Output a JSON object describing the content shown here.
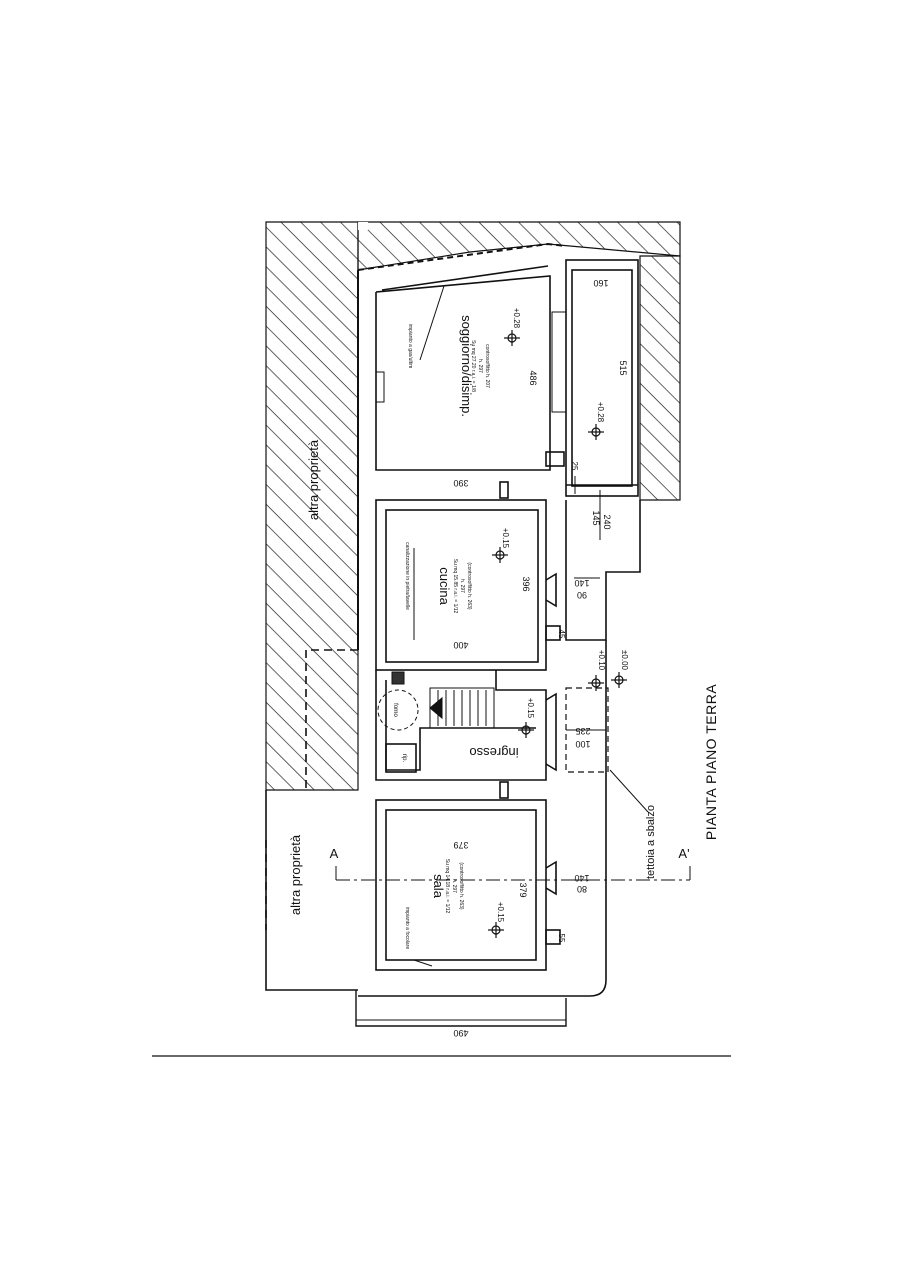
{
  "drawing": {
    "title": "PIANTA PIANO TERRA",
    "labels": {
      "neighbor_top": "altra proprietà",
      "neighbor_left": "altra proprietà",
      "section_left": "A",
      "section_right": "A'",
      "canopy": "tettoia a sbalzo"
    }
  },
  "rooms": {
    "soggiorno": {
      "name": "soggiorno/disimp.",
      "area": "Su mq 27.20  r.a.i. = 1/8",
      "height": "h. 297",
      "ceiling": "controsoffitto h. 207",
      "level": "+0.28",
      "note": "impianto a gas/ultim",
      "width": "390",
      "depth": "486"
    },
    "cucina": {
      "name": "cucina",
      "area": "Su mq 15.85  r.a.i. = 1/12",
      "height": "h. 297",
      "ceiling": "(controsoffitto h. 263)",
      "level": "+0.15",
      "note": "canalizzazione in pietra/tavelle",
      "width": "400",
      "depth": "396"
    },
    "ingresso": {
      "name": "ingresso",
      "level": "+0.15",
      "stair_label": "forno",
      "closet_label": "rip."
    },
    "sala": {
      "name": "sala",
      "area": "Su mq 14.18  r.a.i. = 1/12",
      "height": "h. 297",
      "ceiling": "(controsoffitto h. 263)",
      "level": "+0.15",
      "note": "impianto a focolare",
      "width": "379",
      "depth": "379"
    },
    "portico": {
      "level": "+0.28",
      "width": "160",
      "length": "515"
    }
  },
  "dimensions": {
    "d25": "25",
    "d145": "145",
    "d240": "240",
    "d140a": "140",
    "d90a": "90",
    "d45": "45",
    "d235": "235",
    "d100": "100",
    "d140b": "140",
    "d80": "80",
    "d55": "55",
    "d490": "490"
  },
  "levels": {
    "entry": "+0.10",
    "ground": "±0.00"
  }
}
